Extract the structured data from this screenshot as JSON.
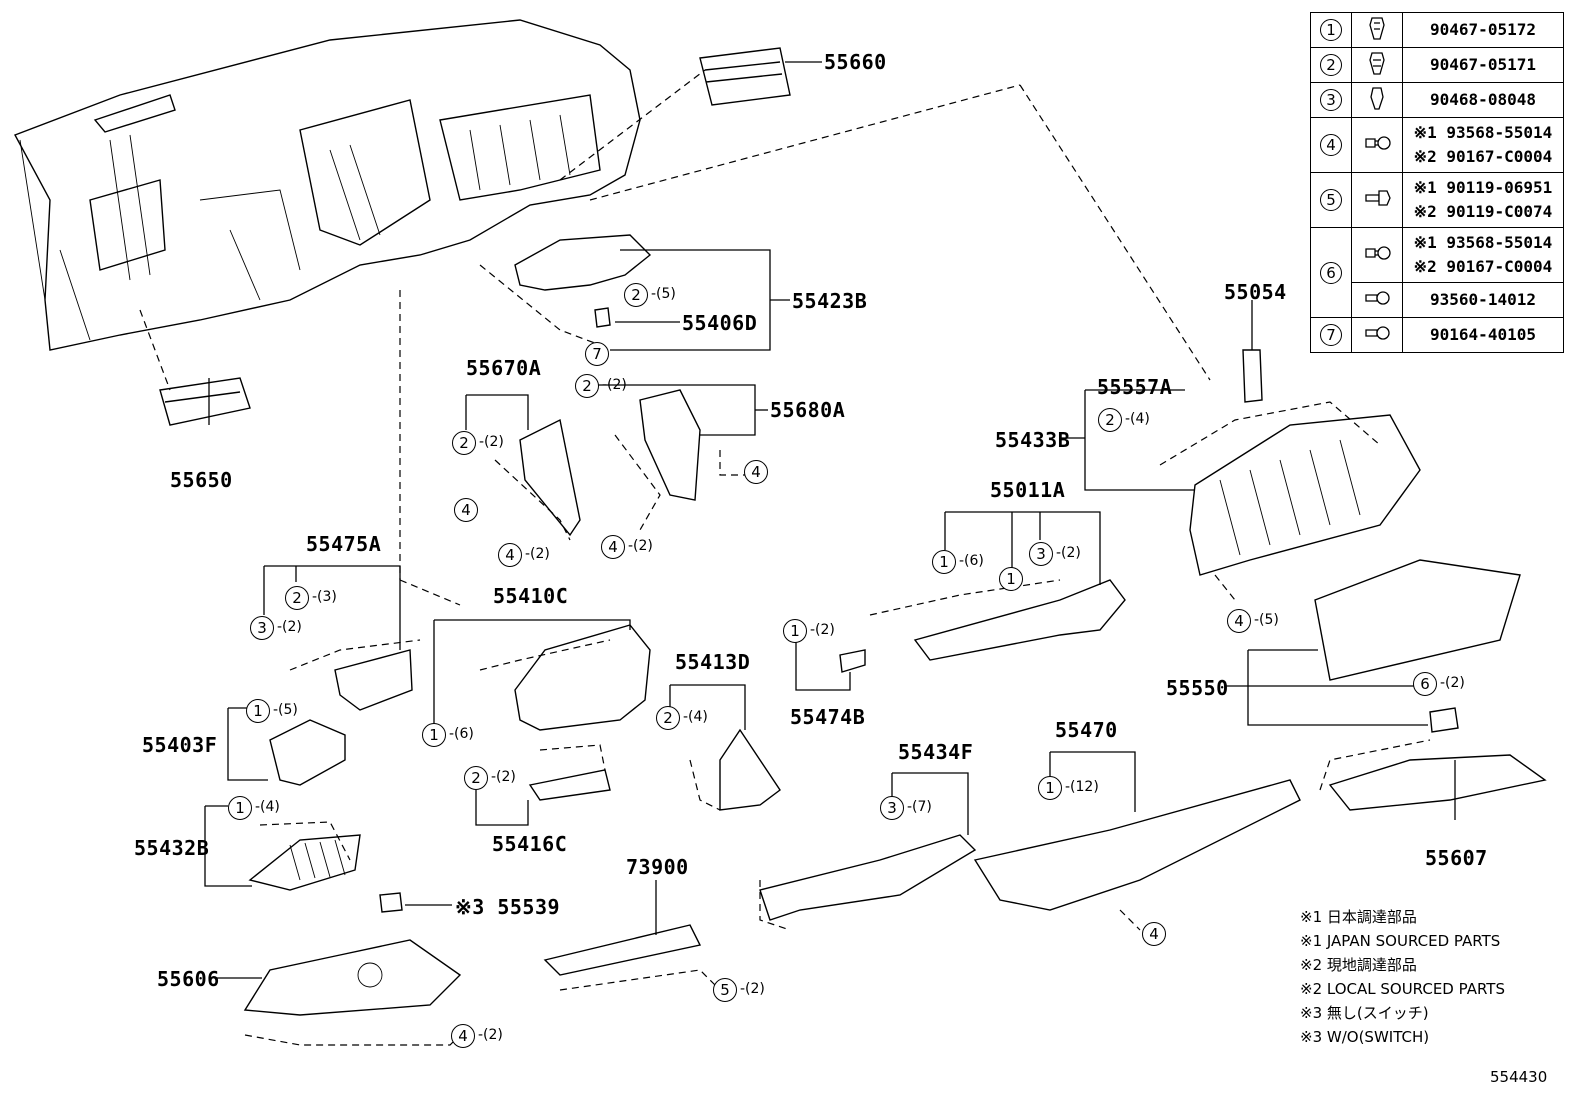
{
  "callouts": [
    {
      "id": "55660",
      "label": "55660"
    },
    {
      "id": "55423B",
      "label": "55423B"
    },
    {
      "id": "55406D",
      "label": "55406D"
    },
    {
      "id": "55650",
      "label": "55650"
    },
    {
      "id": "55670A",
      "label": "55670A"
    },
    {
      "id": "55680A",
      "label": "55680A"
    },
    {
      "id": "55054",
      "label": "55054"
    },
    {
      "id": "55557A",
      "label": "55557A"
    },
    {
      "id": "55433B",
      "label": "55433B"
    },
    {
      "id": "55011A",
      "label": "55011A"
    },
    {
      "id": "55475A",
      "label": "55475A"
    },
    {
      "id": "55410C",
      "label": "55410C"
    },
    {
      "id": "55413D",
      "label": "55413D"
    },
    {
      "id": "55474B",
      "label": "55474B"
    },
    {
      "id": "55403F",
      "label": "55403F"
    },
    {
      "id": "55550",
      "label": "55550"
    },
    {
      "id": "55434F",
      "label": "55434F"
    },
    {
      "id": "55470",
      "label": "55470"
    },
    {
      "id": "55416C",
      "label": "55416C"
    },
    {
      "id": "55432B",
      "label": "55432B"
    },
    {
      "id": "55607",
      "label": "55607"
    },
    {
      "id": "73900",
      "label": "73900"
    },
    {
      "id": "55539",
      "label": "※3 55539"
    },
    {
      "id": "55606",
      "label": "55606"
    }
  ],
  "fastener_refs": [
    {
      "n": "2",
      "qty": "-(5)"
    },
    {
      "n": "7",
      "qty": ""
    },
    {
      "n": "2",
      "qty": "-(2)"
    },
    {
      "n": "2",
      "qty": "-(2)"
    },
    {
      "n": "4",
      "qty": ""
    },
    {
      "n": "4",
      "qty": ""
    },
    {
      "n": "4",
      "qty": "-(2)"
    },
    {
      "n": "4",
      "qty": "-(2)"
    },
    {
      "n": "2",
      "qty": "-(4)"
    },
    {
      "n": "1",
      "qty": "-(6)"
    },
    {
      "n": "1",
      "qty": ""
    },
    {
      "n": "3",
      "qty": "-(2)"
    },
    {
      "n": "4",
      "qty": "-(5)"
    },
    {
      "n": "2",
      "qty": "-(3)"
    },
    {
      "n": "3",
      "qty": "-(2)"
    },
    {
      "n": "1",
      "qty": "-(2)"
    },
    {
      "n": "1",
      "qty": "-(6)"
    },
    {
      "n": "2",
      "qty": "-(4)"
    },
    {
      "n": "1",
      "qty": "-(5)"
    },
    {
      "n": "6",
      "qty": "-(2)"
    },
    {
      "n": "3",
      "qty": "-(7)"
    },
    {
      "n": "1",
      "qty": "-(12)"
    },
    {
      "n": "2",
      "qty": "-(2)"
    },
    {
      "n": "1",
      "qty": "-(4)"
    },
    {
      "n": "4",
      "qty": ""
    },
    {
      "n": "5",
      "qty": "-(2)"
    },
    {
      "n": "4",
      "qty": "-(2)"
    }
  ],
  "legend": [
    {
      "key": "1",
      "icon": "clip-icon",
      "parts": [
        "90467-05172"
      ]
    },
    {
      "key": "2",
      "icon": "clip-icon",
      "parts": [
        "90467-05171"
      ]
    },
    {
      "key": "3",
      "icon": "clip-icon",
      "parts": [
        "90468-08048"
      ]
    },
    {
      "key": "4",
      "icon": "screw-icon",
      "parts": [
        "※1 93568-55014",
        "※2 90167-C0004"
      ]
    },
    {
      "key": "5",
      "icon": "bolt-icon",
      "parts": [
        "※1 90119-06951",
        "※2 90119-C0074"
      ]
    },
    {
      "key": "6",
      "icon": "screw-icon",
      "parts": [
        "※1 93568-55014",
        "※2 90167-C0004"
      ]
    },
    {
      "key": "",
      "icon": "screw-icon",
      "parts": [
        "93560-14012"
      ]
    },
    {
      "key": "7",
      "icon": "screw-icon",
      "parts": [
        "90164-40105"
      ]
    }
  ],
  "notes": [
    "※1 日本調達部品",
    "※1 JAPAN SOURCED PARTS",
    "※2 現地調達部品",
    "※2 LOCAL SOURCED PARTS",
    "※3 無し(スイッチ)",
    "※3 W/O(SWITCH)"
  ],
  "diagram_id": "554430"
}
